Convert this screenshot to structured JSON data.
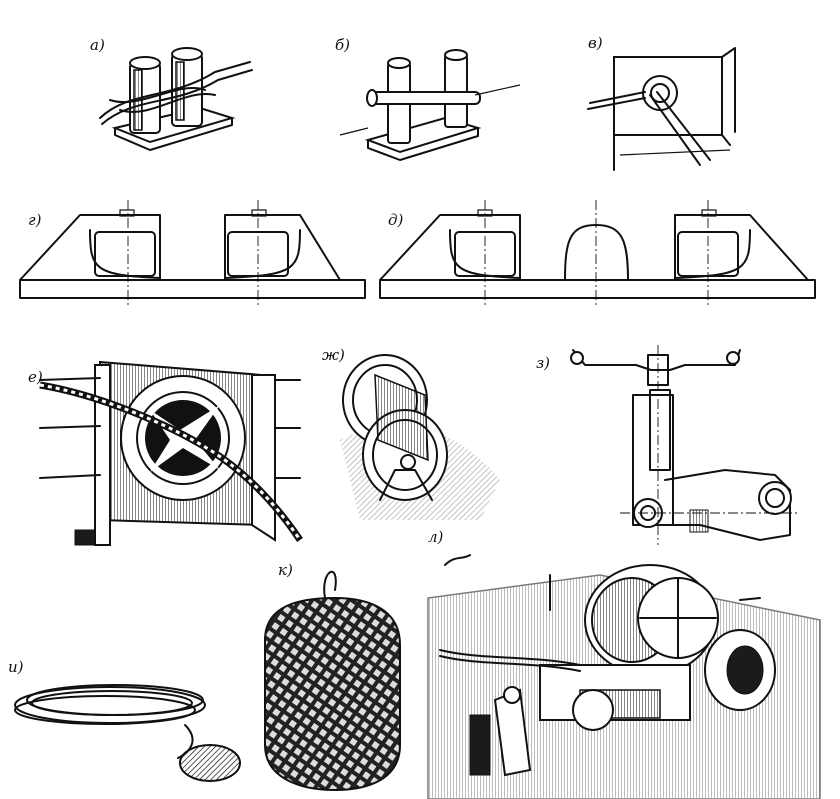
{
  "labels": {
    "a": "а)",
    "b": "б)",
    "v": "в)",
    "g": "г)",
    "d": "д)",
    "e": "е)",
    "zh": "ж)",
    "z": "з)",
    "i": "и)",
    "k": "к)",
    "l": "л)"
  },
  "colors": {
    "ink": "#111111",
    "paper": "#ffffff",
    "hatch": "#1b1b1b"
  },
  "icons": {
    "a": "double-bollard-with-rope-icon",
    "b": "cross-bollard-icon",
    "v": "fairlead-hawse-icon",
    "g": "double-roller-chock-icon",
    "d": "triple-roller-chock-icon",
    "e": "panama-chock-icon",
    "zh": "rope-reel-icon",
    "z": "rope-stopper-drawing-icon",
    "i": "heaving-line-icon",
    "k": "fender-icon",
    "l": "mooring-winch-icon"
  }
}
